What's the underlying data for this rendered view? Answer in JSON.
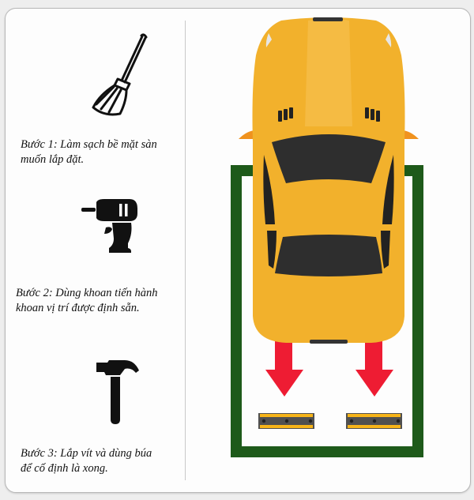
{
  "steps": [
    {
      "icon": "broom-icon",
      "text": "Bước 1: Làm sạch bề mặt sàn\nmuốn lắp đặt."
    },
    {
      "icon": "drill-icon",
      "text": "Bước 2: Dùng khoan tiến hành\nkhoan vị trí được định sẵn."
    },
    {
      "icon": "hammer-icon",
      "text": "Bước 3: Lắp vít và dùng búa\nđể cố định là xong."
    }
  ],
  "illustration": {
    "car_color": "#f2b12c",
    "parking_frame_color": "#1e5a1a",
    "arrow_color": "#ee1c33",
    "wheel_stopper_colors": {
      "body": "#505050",
      "stripe": "#f7b418"
    },
    "arrow_count": 2,
    "wheel_stopper_count": 2
  }
}
